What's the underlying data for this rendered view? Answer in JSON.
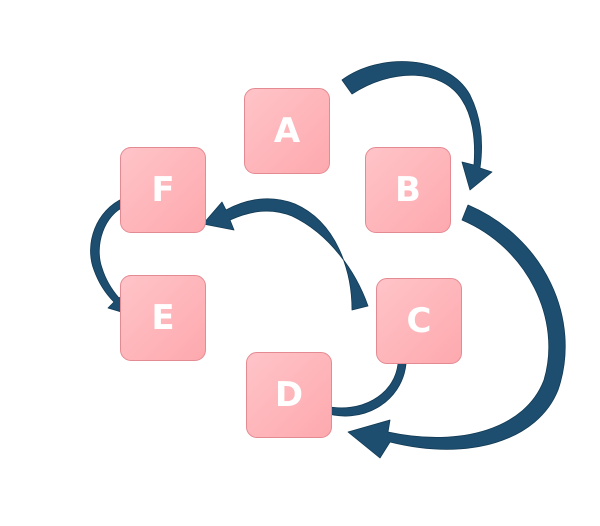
{
  "diagram": {
    "colors": {
      "node_fill_top": "#ffc4c8",
      "node_fill_bottom": "#fda9ae",
      "node_border": "#e48a92",
      "node_text": "#ffffff",
      "arrow": "#1d4e6f"
    },
    "nodes": {
      "a": "A",
      "b": "B",
      "c": "C",
      "d": "D",
      "e": "E",
      "f": "F"
    },
    "edges": [
      {
        "from": "A",
        "to": "B"
      },
      {
        "from": "B",
        "to": "D"
      },
      {
        "from": "D",
        "to": "C"
      },
      {
        "from": "C",
        "to": "F"
      },
      {
        "from": "F",
        "to": "E"
      }
    ]
  }
}
